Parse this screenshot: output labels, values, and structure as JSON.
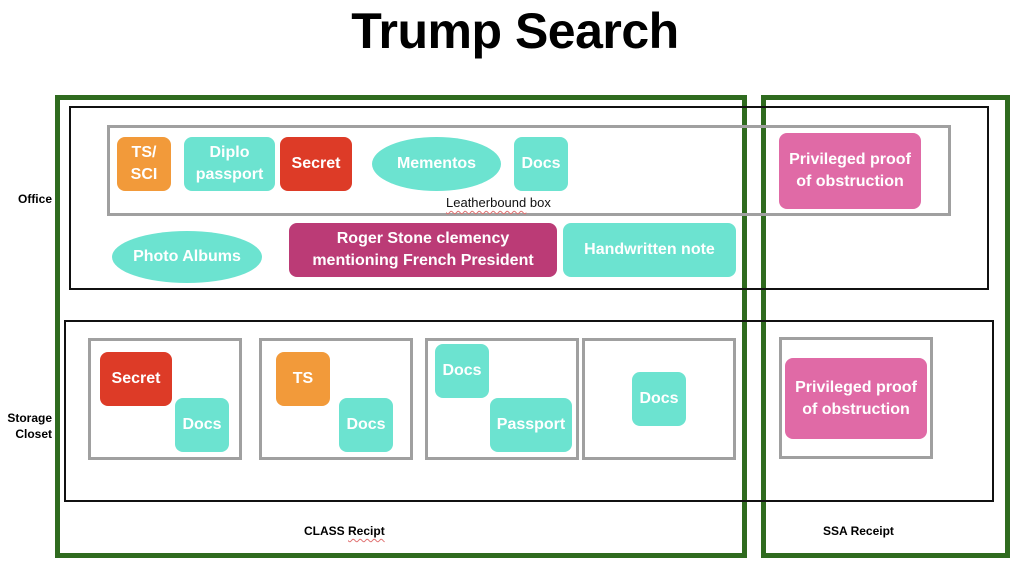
{
  "title": "Trump Search",
  "row_labels": {
    "office": "Office",
    "storage": "Storage Closet"
  },
  "office": {
    "leatherbound_box": {
      "caption_word": "Leatherbound",
      "caption_rest": " box",
      "items": [
        {
          "label_line1": "TS/",
          "label_line2": "SCI",
          "color": "#f29a3a"
        },
        {
          "label_line1": "Diplo",
          "label_line2": "passport",
          "color": "#6ce3d0"
        },
        {
          "label": "Secret",
          "color": "#dd3b27"
        },
        {
          "label": "Mementos",
          "color": "#6ce3d0",
          "shape": "ellipse"
        },
        {
          "label": "Docs",
          "color": "#6ce3d0"
        }
      ]
    },
    "loose_items": [
      {
        "label": "Photo Albums",
        "color": "#6ce3d0",
        "shape": "ellipse"
      },
      {
        "label_line1": "Roger Stone clemency",
        "label_line2": "mentioning French President",
        "color": "#bb3b76"
      },
      {
        "label": "Handwritten note",
        "color": "#6ce3d0"
      }
    ],
    "privileged": {
      "label_line1": "Privileged proof",
      "label_line2": "of obstruction",
      "color": "#e06aa6"
    }
  },
  "storage": {
    "boxes": [
      {
        "items": [
          {
            "label": "Secret",
            "color": "#dd3b27"
          },
          {
            "label": "Docs",
            "color": "#6ce3d0"
          }
        ]
      },
      {
        "items": [
          {
            "label": "TS",
            "color": "#f29a3a"
          },
          {
            "label": "Docs",
            "color": "#6ce3d0"
          }
        ]
      },
      {
        "items": [
          {
            "label": "Docs",
            "color": "#6ce3d0"
          },
          {
            "label": "Passport",
            "color": "#6ce3d0"
          }
        ]
      },
      {
        "items": [
          {
            "label": "Docs",
            "color": "#6ce3d0"
          }
        ]
      }
    ],
    "privileged": {
      "label_line1": "Privileged proof",
      "label_line2": "of obstruction",
      "color": "#e06aa6"
    }
  },
  "receipts": {
    "class_word1": "CLASS",
    "class_word2": "Recipt",
    "ssa": "SSA Receipt"
  },
  "colors": {
    "receipt_border": "#2f6b1f",
    "room_border": "#111111",
    "box_border": "#a0a0a0"
  }
}
